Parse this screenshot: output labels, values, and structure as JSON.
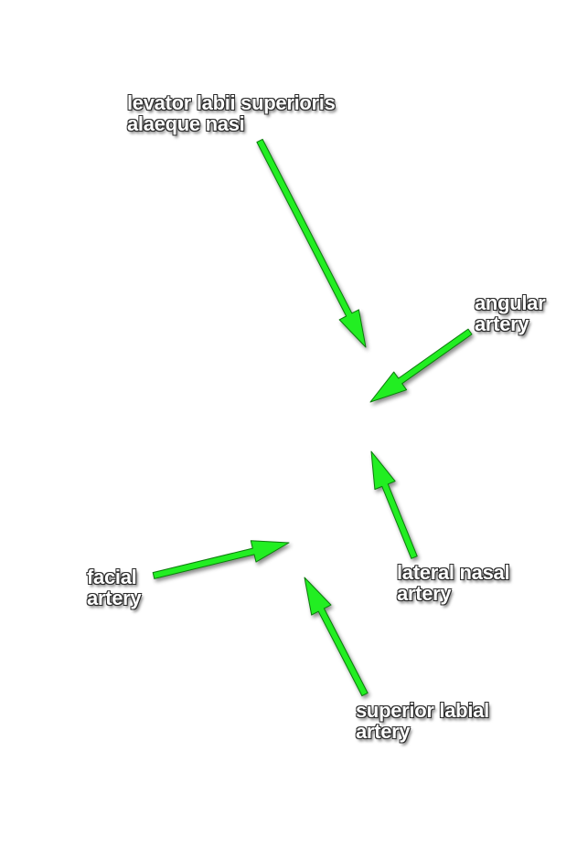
{
  "colors": {
    "background": "#ffffff",
    "arrow": "#22ee22",
    "arrow_outline": "#0a7a0a",
    "label_text": "#ffffff",
    "label_outline": "#2a2a2a"
  },
  "labels": {
    "levator": {
      "line1": "levator labii superioris",
      "line2": "alaeque nasi"
    },
    "angular": {
      "line1": "angular",
      "line2": "artery"
    },
    "facial": {
      "line1": "facial",
      "line2": "artery"
    },
    "lateral_nasal": {
      "line1": "lateral nasal",
      "line2": "artery"
    },
    "superior_labial": {
      "line1": "superior labial",
      "line2": "artery"
    }
  }
}
